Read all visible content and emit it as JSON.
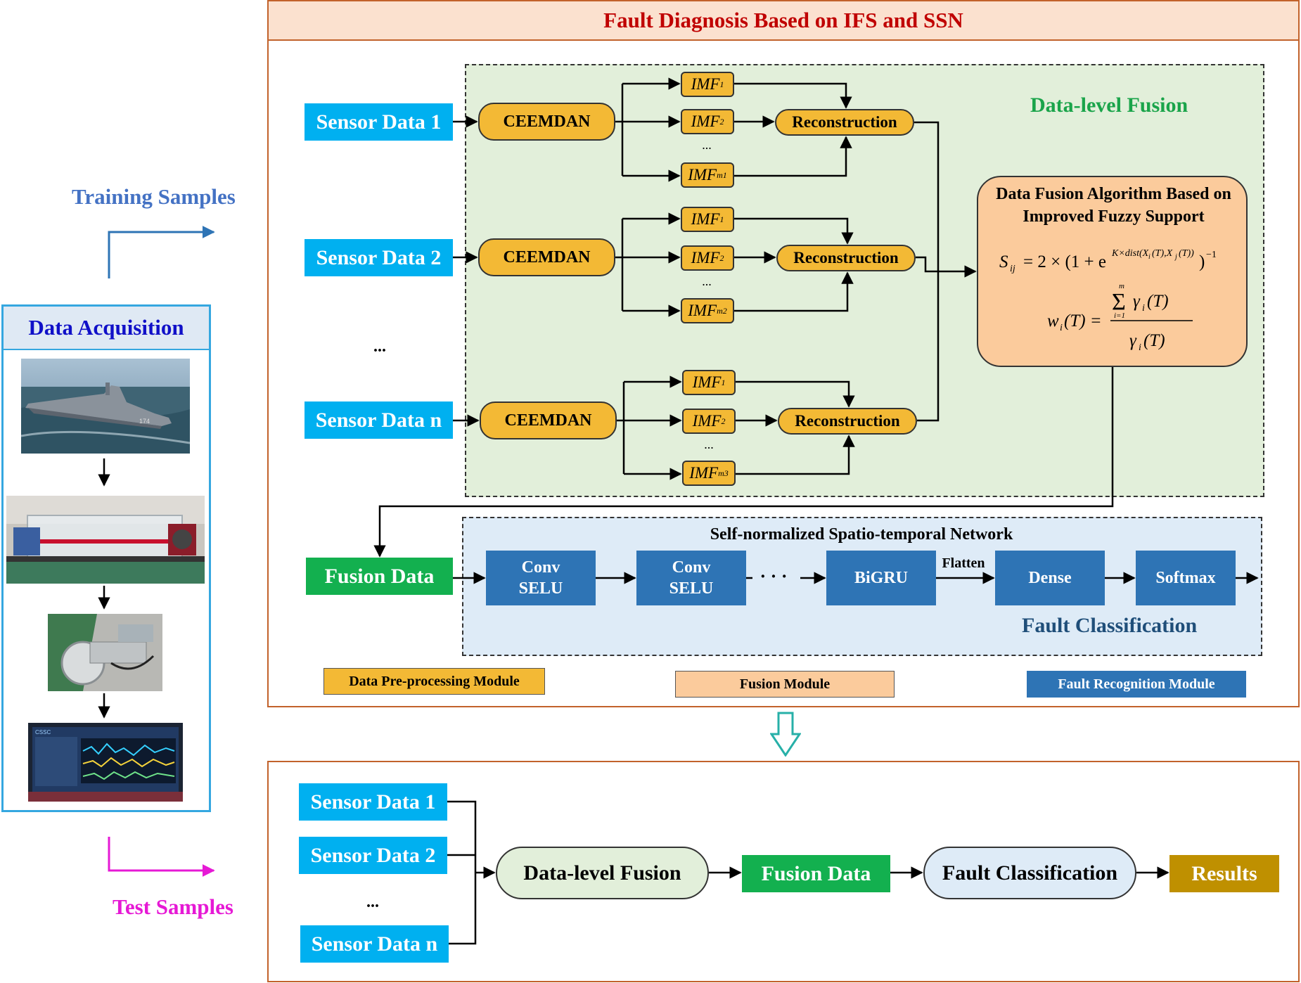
{
  "left": {
    "training_label": "Training Samples",
    "test_label": "Test Samples",
    "acquisition_title": "Data Acquisition"
  },
  "main": {
    "title": "Fault Diagnosis Based on IFS and SSN",
    "data_level_fusion": "Data-level Fusion",
    "sensors": [
      "Sensor Data 1",
      "Sensor Data 2",
      "Sensor Data n"
    ],
    "between_sensors": "...",
    "ceemdan": "CEEMDAN",
    "reconstruction": "Reconstruction",
    "imf_base": "IMF",
    "imf_subs": [
      [
        "1",
        "2",
        "m1"
      ],
      [
        "1",
        "2",
        "m2"
      ],
      [
        "1",
        "2",
        "m3"
      ]
    ],
    "imf_ellipsis": "...",
    "algorithm": {
      "title_line1": "Data Fusion Algorithm Based on",
      "title_line2": "Improved Fuzzy Support"
    },
    "fusion_data": "Fusion Data",
    "network": {
      "title": "Self-normalized Spatio-temporal Network",
      "conv1_a": "Conv",
      "conv1_b": "SELU",
      "conv2_a": "Conv",
      "conv2_b": "SELU",
      "dots": "· · ·",
      "bigru": "BiGRU",
      "flatten": "Flatten",
      "dense": "Dense",
      "softmax": "Softmax",
      "fault_classification": "Fault Classification"
    },
    "legend": {
      "preprocessing": "Data Pre-processing Module",
      "fusion": "Fusion Module",
      "recognition": "Fault Recognition Module"
    }
  },
  "bottom": {
    "sensors": [
      "Sensor Data 1",
      "Sensor Data 2",
      "Sensor Data n"
    ],
    "between_sensors": "...",
    "data_level_fusion": "Data-level Fusion",
    "fusion_data": "Fusion Data",
    "fault_classification": "Fault Classification",
    "results": "Results"
  },
  "colors": {
    "frame": "#c2622b",
    "sensor": "#00b0f0",
    "process": "#f3b935",
    "fusion_module": "#fbcb9c",
    "fusion_data": "#13b04f",
    "network_block": "#2e74b5",
    "results": "#bf9000"
  }
}
